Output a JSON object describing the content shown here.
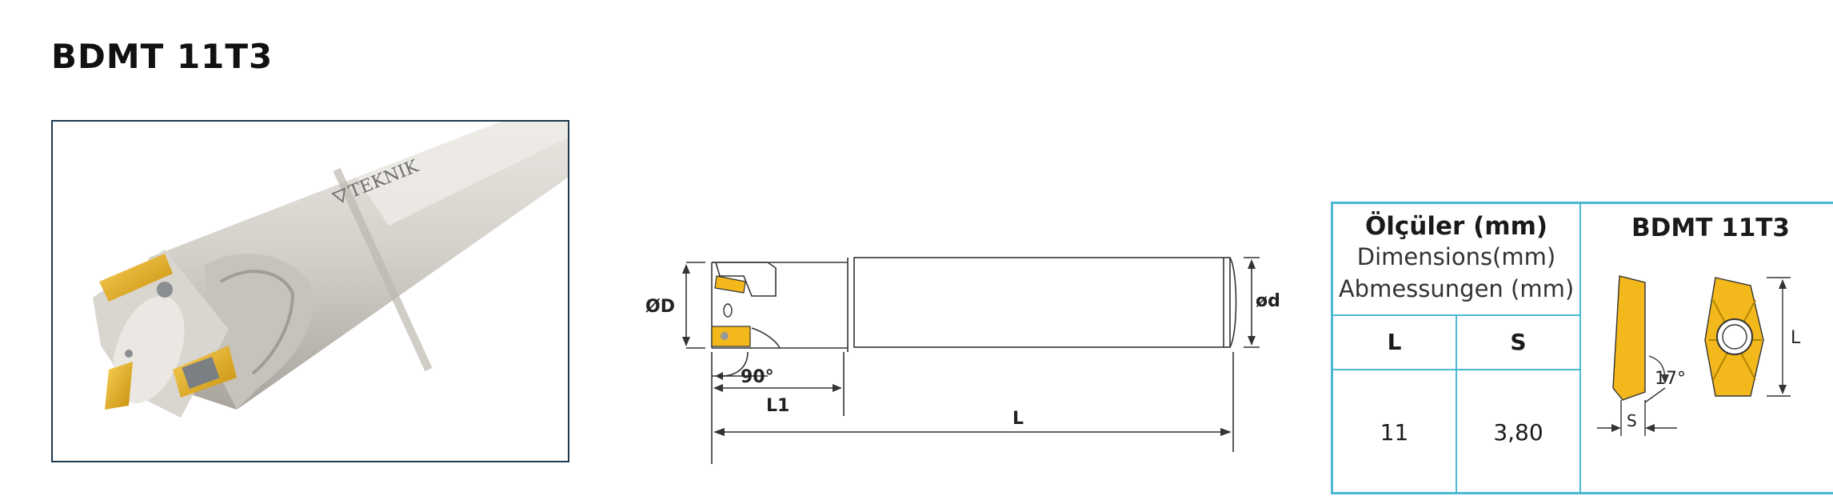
{
  "page": {
    "title": "BDMT 11T3"
  },
  "photo": {
    "logo_text": "TEKNIK"
  },
  "drawing": {
    "label_D": "ØD",
    "label_d": "ød",
    "label_L": "L",
    "label_L1": "L1",
    "label_angle": "90°"
  },
  "spec": {
    "header_tr": "Ölçüler (mm)",
    "header_en": "Dimensions(mm)",
    "header_de": "Abmessungen (mm)",
    "col_L": "L",
    "col_S": "S",
    "val_L": "11",
    "val_S": "3,80"
  },
  "insert": {
    "title": "BDMT 11T3",
    "label_angle": "17°",
    "label_S": "S",
    "label_L": "L"
  },
  "colors": {
    "insert_gold": "#f2b81c",
    "frame": "#1f3b50",
    "table_border": "#4bb8d4"
  }
}
